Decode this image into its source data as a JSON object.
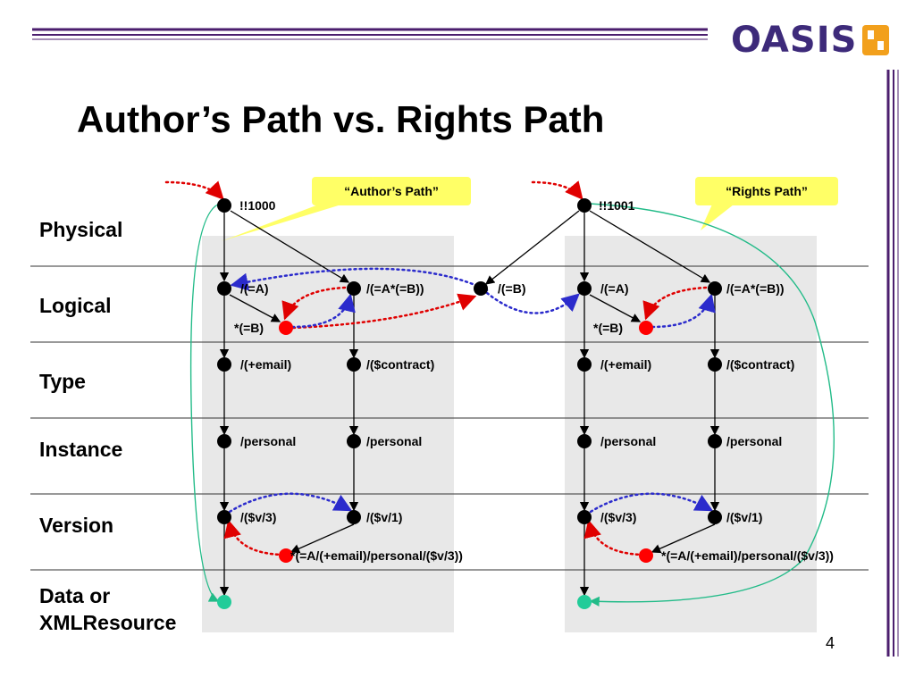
{
  "title": "Author’s Path vs. Rights Path",
  "logo": {
    "text": "OASIS",
    "icon": "oasis-logo-mark"
  },
  "page_number": "4",
  "rows": [
    "Physical",
    "Logical",
    "Type",
    "Instance",
    "Version",
    "Data or",
    "XMLResource"
  ],
  "callouts": {
    "authors_path": "“Author’s Path”",
    "rights_path": "“Rights Path”"
  },
  "nodes": {
    "root_left": "!!1000",
    "root_right": "!!1001",
    "shared_b": "/(=B)",
    "left": {
      "a": "/(=A)",
      "ab": "/(=A*(=B))",
      "star_b": "*(=B)",
      "email": "/(+email)",
      "contract": "/($contract)",
      "personal1": "/personal",
      "personal2": "/personal",
      "v3": "/($v/3)",
      "v1": "/($v/1)",
      "red_bottom": "*(=A/(+email)/personal/($v/3))"
    },
    "right": {
      "a": "/(=A)",
      "ab": "/(=A*(=B))",
      "star_b": "*(=B)",
      "email": "/(+email)",
      "contract": "/($contract)",
      "personal1": "/personal",
      "personal2": "/personal",
      "v3": "/($v/3)",
      "v1": "/($v/1)",
      "red_bottom": "*(=A/(+email)/personal/($v/3))"
    }
  },
  "colors": {
    "logo_purple": "#3d2a7a",
    "logo_orange": "#f2a01c",
    "rule_purple": "#4b1e6e",
    "callout_yellow": "#ffff66",
    "panel_gray": "#e8e8e8",
    "node_black": "#000000",
    "node_red": "#ff0000",
    "node_teal": "#22cc99",
    "arrow_red": "#e00000",
    "arrow_blue": "#2b2bcc",
    "arrow_teal": "#22bb88"
  }
}
